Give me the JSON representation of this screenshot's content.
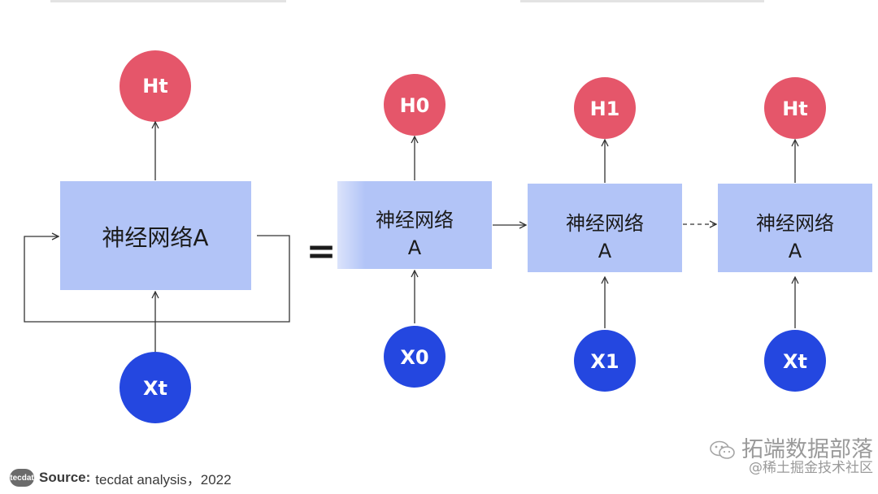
{
  "diagram": {
    "colors": {
      "output_node": "#e5566a",
      "input_node": "#2447e0",
      "box": "#b2c4f7",
      "arrow": "#333333"
    },
    "folded": {
      "box_label": "神经网络A",
      "output_label": "Ht",
      "input_label": "Xt"
    },
    "equals": "=",
    "unrolled": [
      {
        "box_label_line1": "神经网络",
        "box_label_line2": "A",
        "output_label": "H0",
        "input_label": "X0"
      },
      {
        "box_label_line1": "神经网络",
        "box_label_line2": "A",
        "output_label": "H1",
        "input_label": "X1"
      },
      {
        "box_label_line1": "神经网络",
        "box_label_line2": "A",
        "output_label": "Ht",
        "input_label": "Xt"
      }
    ]
  },
  "footer": {
    "logo_text": "tecdat",
    "source_label": "Source:",
    "source_text": "tecdat analysis，2022"
  },
  "watermark": {
    "icon": "wechat-icon",
    "line1": "拓端数据部落",
    "line2": "@稀土掘金技术社区"
  }
}
